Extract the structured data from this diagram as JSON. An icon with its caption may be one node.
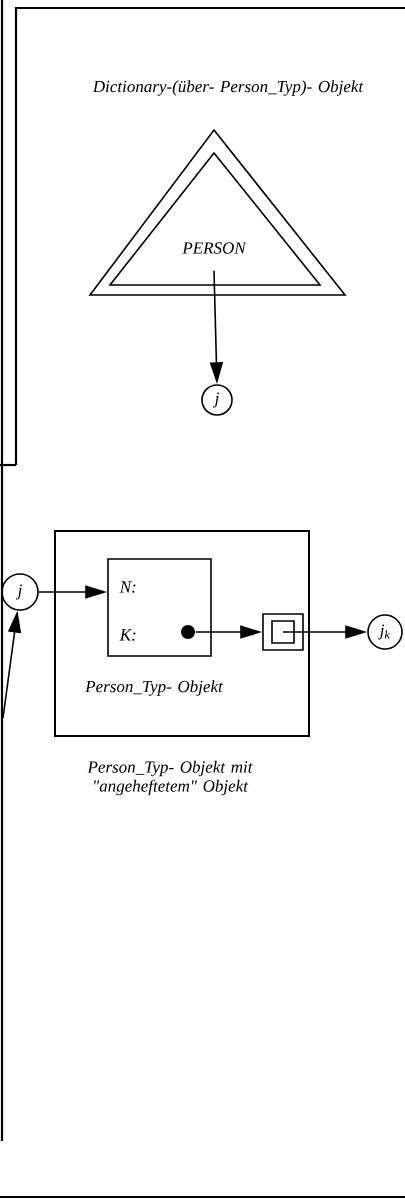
{
  "diagram": {
    "nodes": [
      {
        "text": [
          "Dictionary-(über- Person_Typ)- Objekt",
          "PERSON"
        ]
      },
      {
        "text": [
          "j"
        ]
      },
      {
        "text": [
          "Person_Typ- Objekt mit \"angeheftetem\" Objekt"
        ]
      },
      {
        "text": [
          "N:",
          "K:"
        ],
        "beside": [
          "Person_Typ- Objekt"
        ],
        "in": 2
      },
      {
        "text": [],
        "shape": "circle",
        "in": 3
      },
      {
        "text": [],
        "shape": "box",
        "in": 2
      },
      {
        "text": [
          "j$_{k}$"
        ]
      },
      {
        "text": [
          "j"
        ]
      }
    ],
    "edges": [
      {
        "from": 0,
        "to": 1,
        "arrow": "to"
      },
      {
        "from": 7,
        "to": 3,
        "arrow": "to"
      },
      {
        "from": 4,
        "to": 5,
        "arrow": "to"
      },
      {
        "from": 5,
        "to": 6,
        "arrow": "to"
      },
      {
        "from": null,
        "to": 7,
        "arrow": "to"
      }
    ]
  }
}
